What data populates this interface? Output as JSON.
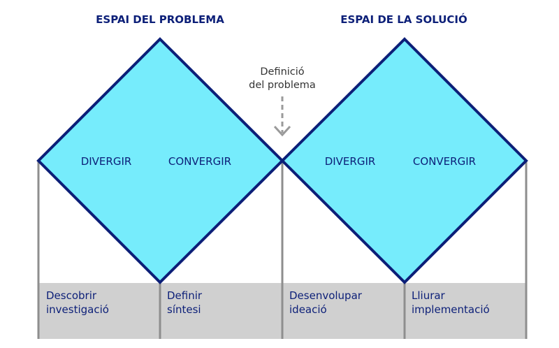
{
  "colors": {
    "diamond_fill": "#76ecfc",
    "diamond_stroke": "#0c1f78",
    "text_blue": "#0c1f78",
    "bottom_band": "#d0d0d0",
    "vertical_line": "#8e8e8e",
    "arrow": "#9a9a9a",
    "note_text": "#333333"
  },
  "titles": {
    "problem": "ESPAI DEL PROBLEMA",
    "solution": "ESPAI DE LA SOLUCIÓ"
  },
  "diamonds": [
    {
      "left_label": "DIVERGIR",
      "right_label": "CONVERGIR"
    },
    {
      "left_label": "DIVERGIR",
      "right_label": "CONVERGIR"
    }
  ],
  "note": {
    "line1": "Definició",
    "line2": "del problema"
  },
  "stages": [
    {
      "line1": "Descobrir",
      "line2": "investigació"
    },
    {
      "line1": "Definir",
      "line2": "síntesi"
    },
    {
      "line1": "Desenvolupar",
      "line2": "ideació"
    },
    {
      "line1": "Lliurar",
      "line2": "implementació"
    }
  ]
}
